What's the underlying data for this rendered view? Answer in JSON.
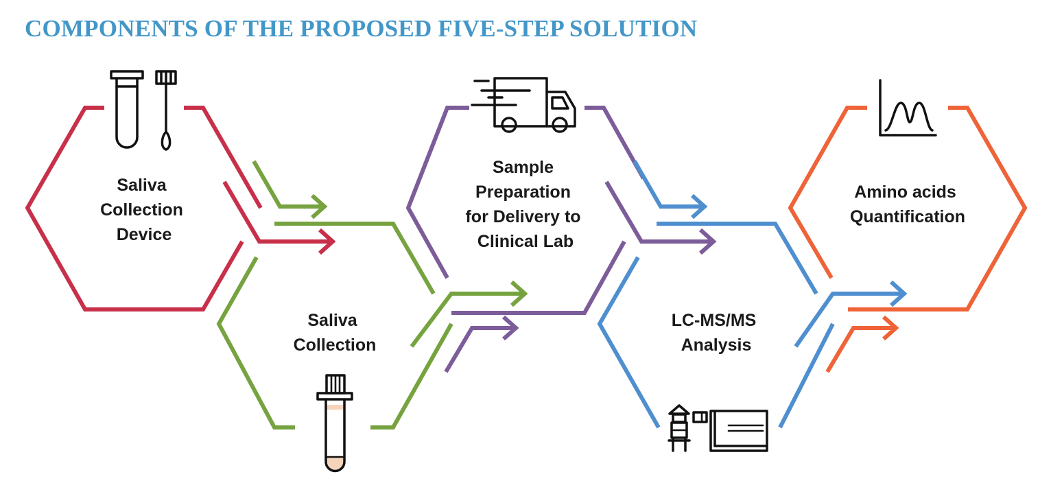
{
  "title": "COMPONENTS OF THE PROPOSED FIVE-STEP SOLUTION",
  "steps": [
    {
      "id": "device",
      "lines": [
        "Saliva",
        "Collection",
        "Device"
      ],
      "color": "#c8304a",
      "icon": "tube-and-swab-icon"
    },
    {
      "id": "collection",
      "lines": [
        "Saliva",
        "Collection"
      ],
      "color": "#76a33f",
      "icon": "saliva-tube-icon"
    },
    {
      "id": "preparation",
      "lines": [
        "Sample",
        "Preparation",
        "for Delivery to",
        "Clinical Lab"
      ],
      "color": "#7d5c9a",
      "icon": "delivery-truck-icon"
    },
    {
      "id": "analysis",
      "lines": [
        "LC-MS/MS",
        "Analysis"
      ],
      "color": "#4f8fcf",
      "icon": "lcms-instrument-icon"
    },
    {
      "id": "quantification",
      "lines": [
        "Amino acids",
        "Quantification"
      ],
      "color": "#ef6338",
      "icon": "chromatogram-icon"
    }
  ],
  "colors": {
    "tube_fill": "#f6d4bc"
  }
}
